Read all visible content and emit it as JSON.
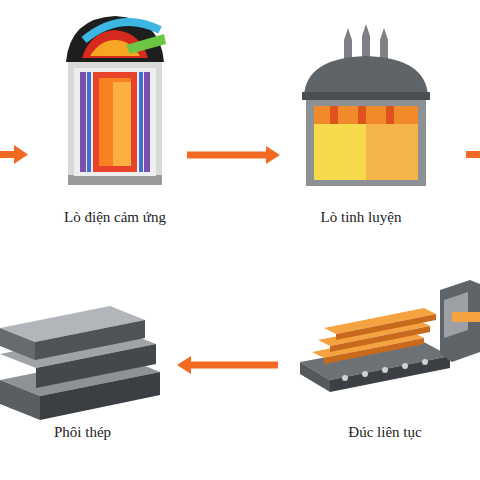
{
  "diagram": {
    "nodes": [
      {
        "text": [
          "Lò điện cảm ứng"
        ]
      },
      {
        "text": [
          "Lò tinh luyện"
        ]
      },
      {
        "text": [
          "Phôi thép"
        ]
      },
      {
        "text": [
          "Đúc liên tục"
        ]
      }
    ],
    "edges": [
      {
        "from": 0,
        "to": 1,
        "arrow": "to"
      },
      {
        "from": 3,
        "to": 2,
        "arrow": "to"
      }
    ]
  }
}
